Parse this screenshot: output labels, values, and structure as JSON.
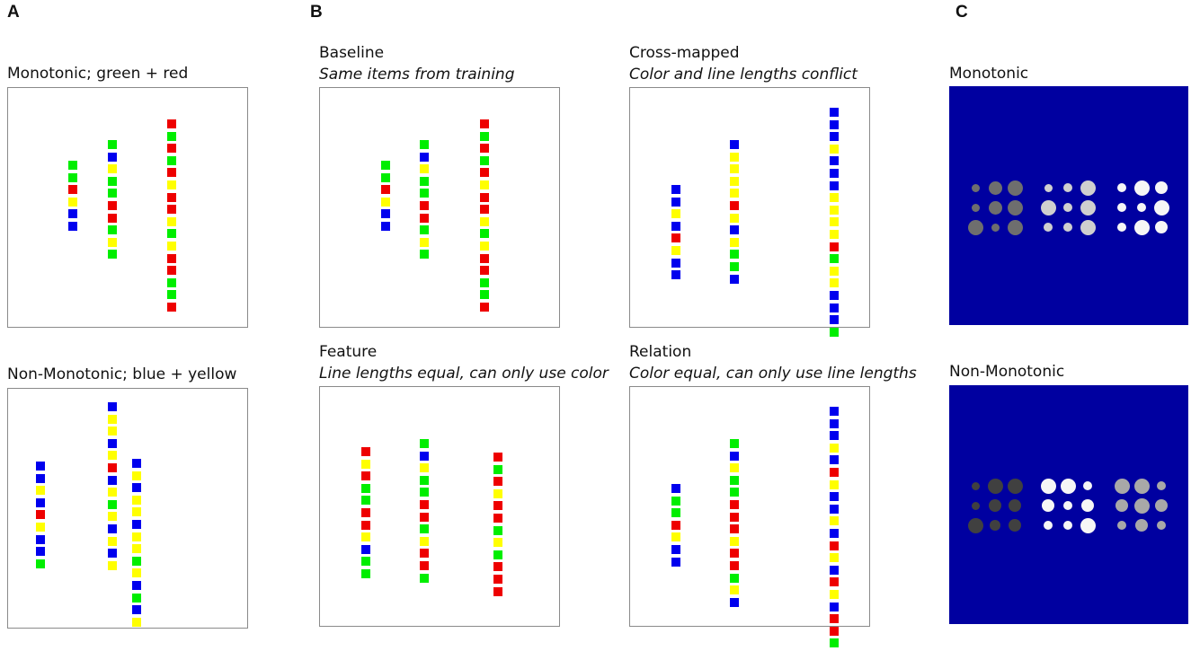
{
  "panels": {
    "A": "A",
    "B": "B",
    "C": "C"
  },
  "captions": {
    "a_top": "Monotonic; green + red",
    "a_bottom": "Non-Monotonic; blue + yellow",
    "b_baseline_title": "Baseline",
    "b_baseline_sub": "Same items from training",
    "b_cross_title": "Cross-mapped",
    "b_cross_sub": "Color and line lengths conflict",
    "b_feature_title": "Feature",
    "b_feature_sub": "Line lengths equal, can only use color",
    "b_relation_title": "Relation",
    "b_relation_sub": "Color equal, can only use line lengths",
    "c_top": "Monotonic",
    "c_bottom": "Non-Monotonic"
  },
  "colors": {
    "G": "#00ee00",
    "R": "#ee0000",
    "Y": "#ffff00",
    "B": "#0000ee",
    "background_c": "#0000a0",
    "dark_gray": "#404040",
    "mid_gray": "#6e6e6e",
    "light_gray": "#a8a8a8",
    "pale_gray": "#cfcfcf",
    "white": "#f6f6f6"
  },
  "stacks": {
    "a_top": [
      "GGRYBB",
      "GBYGGRRGYG",
      "RGRGRYRRYGYRRGGR"
    ],
    "a_bottom": [
      "BBYBRYBBG",
      "BYYBYRBYGYBYBY",
      "BYBYYBYYGYBGBY"
    ],
    "b_baseline": [
      "GGRYBB",
      "GBYGGRRGYG",
      "RGRGRYRRYGYRRGGR"
    ],
    "b_cross": [
      "BBYBRYBB",
      "BYYYYRYBYGGB",
      "BBBYBBBYYYYRGYYBBBG"
    ],
    "b_feature": [
      "RYRGGRRYBGG",
      "GBYGGRRGYRRG",
      "RGRYRRGYGRRR"
    ],
    "b_relation": [
      "BGGRYBB",
      "GBYGGRRRYRRGYB",
      "BBBYBRYBBYBRYBRYBRRG"
    ]
  },
  "dot_groups": {
    "monotonic": [
      {
        "shade": "mid_gray",
        "sizes": [
          0.45,
          0.75,
          0.85,
          0.45,
          0.75,
          0.85,
          0.85,
          0.45,
          0.85
        ]
      },
      {
        "shade": "pale_gray",
        "sizes": [
          0.45,
          0.5,
          0.85,
          0.85,
          0.5,
          0.85,
          0.5,
          0.5,
          0.85
        ]
      },
      {
        "shade": "white",
        "sizes": [
          0.5,
          0.85,
          0.7,
          0.5,
          0.5,
          0.85,
          0.5,
          0.85,
          0.7
        ]
      }
    ],
    "non_monotonic": [
      {
        "shade": "dark_gray",
        "sizes": [
          0.45,
          0.85,
          0.85,
          0.45,
          0.7,
          0.7,
          0.85,
          0.6,
          0.7
        ]
      },
      {
        "shade": "white",
        "sizes": [
          0.85,
          0.85,
          0.5,
          0.7,
          0.5,
          0.7,
          0.5,
          0.5,
          0.85
        ]
      },
      {
        "shade": "light_gray",
        "sizes": [
          0.85,
          0.85,
          0.5,
          0.7,
          0.85,
          0.7,
          0.5,
          0.7,
          0.5
        ]
      }
    ]
  }
}
